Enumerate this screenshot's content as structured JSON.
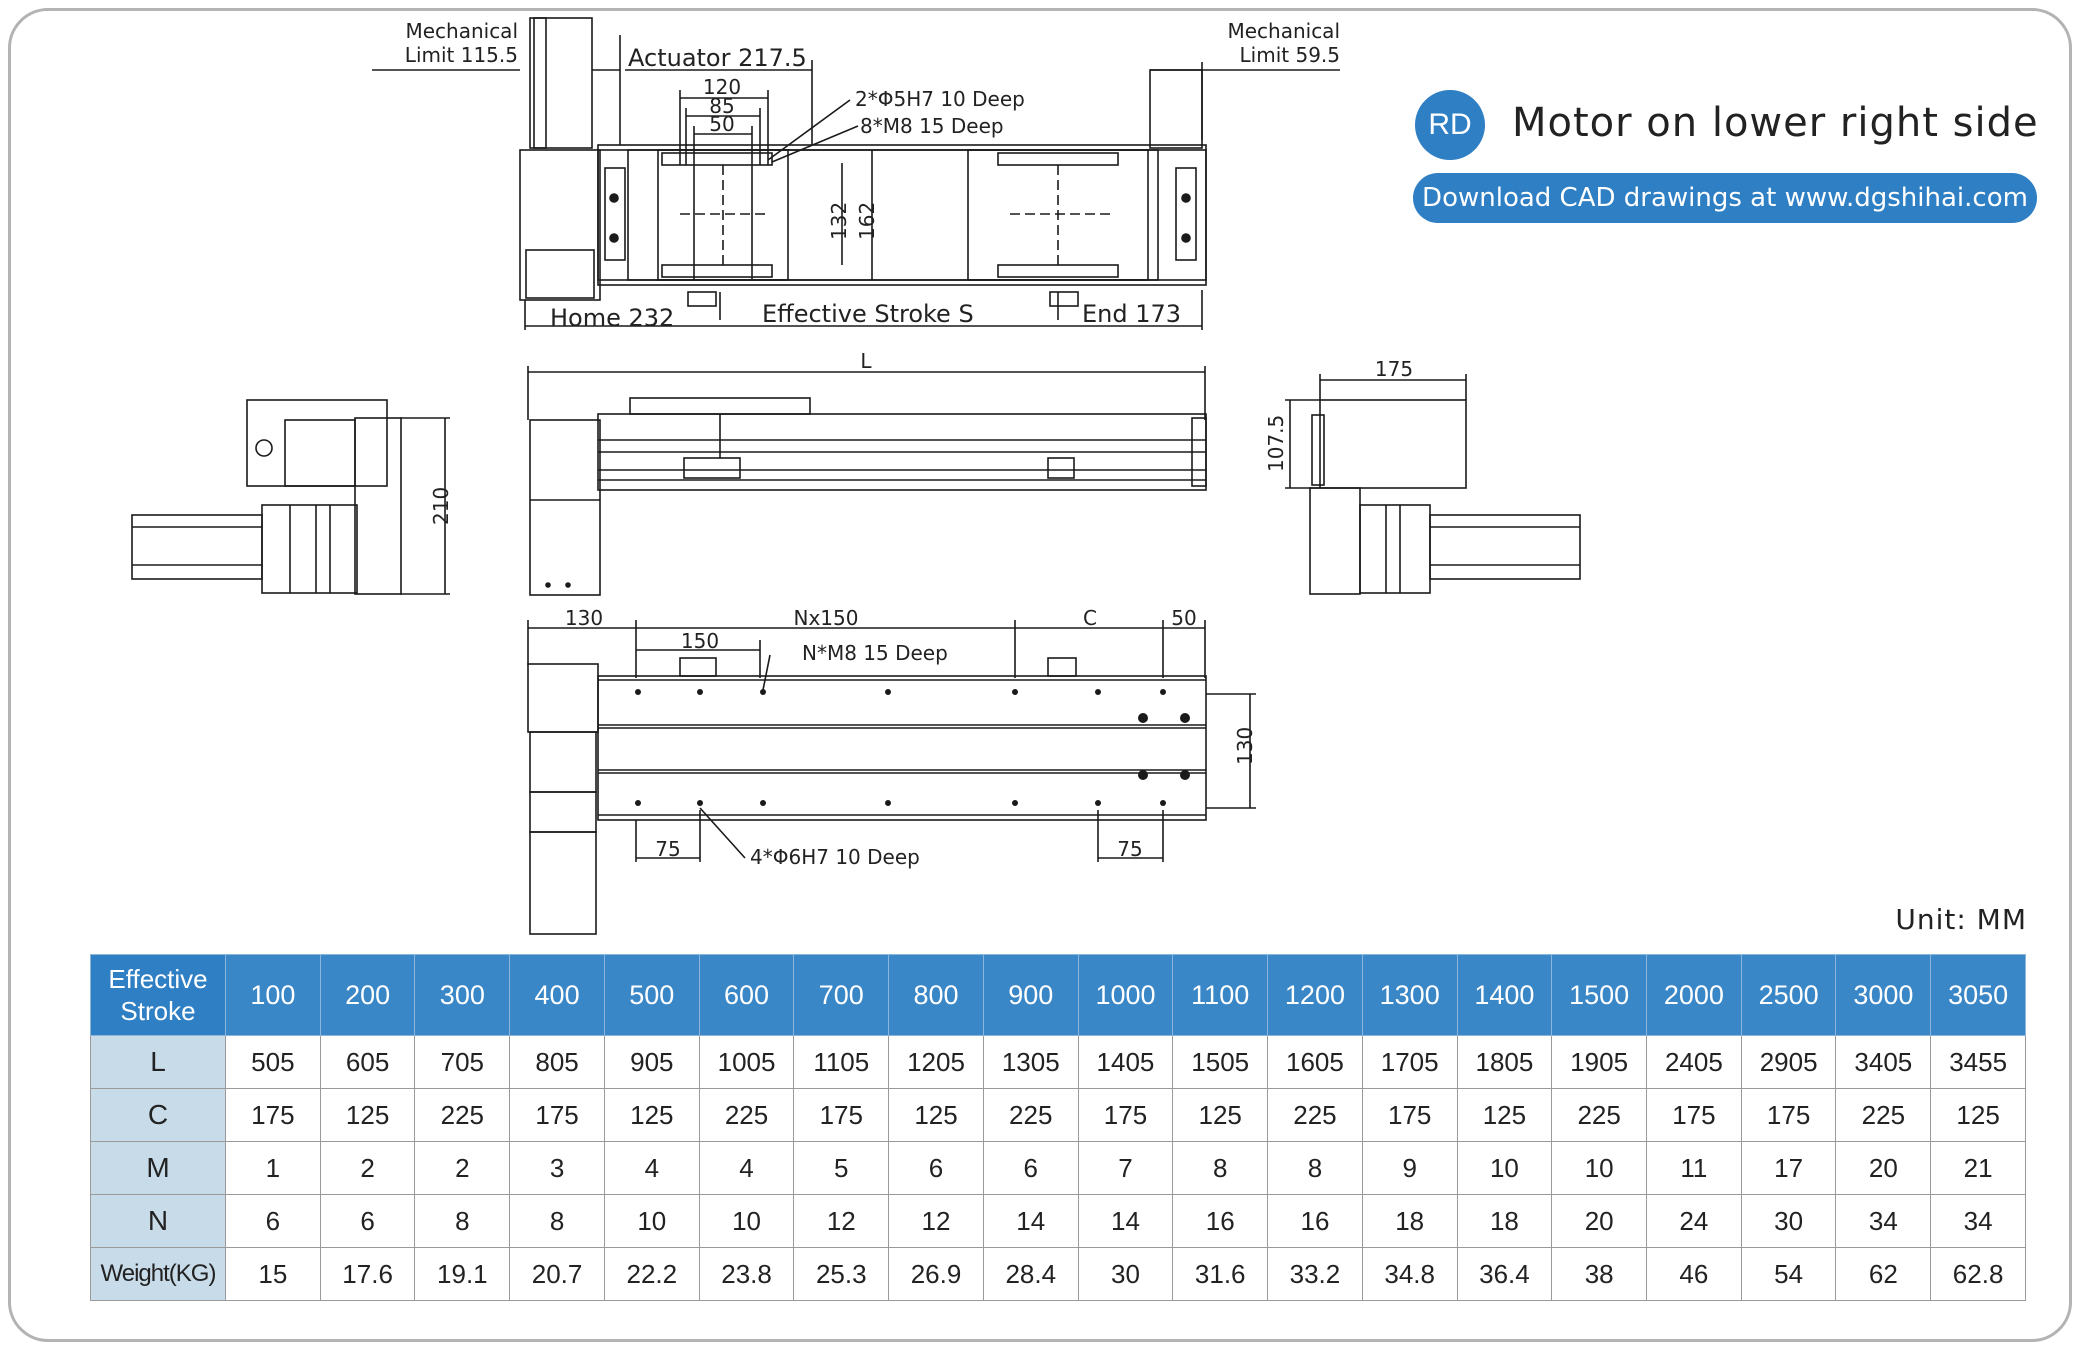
{
  "header": {
    "badge": "RD",
    "title": "Motor on lower right side",
    "download": "Download CAD drawings at www.dgshihai.com"
  },
  "drawing_labels": {
    "mech_left_1": "Mechanical",
    "mech_left_2": "Limit 115.5",
    "actuator": "Actuator 217.5",
    "mech_right_1": "Mechanical",
    "mech_right_2": "Limit 59.5",
    "dim_120": "120",
    "dim_85": "85",
    "dim_50": "50",
    "pin_note": "2*Φ5H7 10 Deep",
    "screw_note": "8*M8 15 Deep",
    "dim_132": "132",
    "dim_162": "162",
    "home": "Home 232",
    "stroke": "Effective Stroke S",
    "end": "End 173",
    "L": "L",
    "dim_175": "175",
    "dim_107": "107.5",
    "dim_210": "210",
    "dim_130_top": "130",
    "nx150": "Nx150",
    "C": "C",
    "dim_50_b": "50",
    "dim_150": "150",
    "nm8": "N*M8  15 Deep",
    "dim_130_side": "130",
    "dim_75_left": "75",
    "dim_75_right": "75",
    "pin6": "4*Φ6H7  10 Deep"
  },
  "unit_label": "Unit: MM",
  "table": {
    "header_label_1": "Effective",
    "header_label_2": "Stroke",
    "strokes": [
      "100",
      "200",
      "300",
      "400",
      "500",
      "600",
      "700",
      "800",
      "900",
      "1000",
      "1100",
      "1200",
      "1300",
      "1400",
      "1500",
      "2000",
      "2500",
      "3000",
      "3050"
    ],
    "rows": [
      {
        "label": "L",
        "values": [
          "505",
          "605",
          "705",
          "805",
          "905",
          "1005",
          "1105",
          "1205",
          "1305",
          "1405",
          "1505",
          "1605",
          "1705",
          "1805",
          "1905",
          "2405",
          "2905",
          "3405",
          "3455"
        ]
      },
      {
        "label": "C",
        "values": [
          "175",
          "125",
          "225",
          "175",
          "125",
          "225",
          "175",
          "125",
          "225",
          "175",
          "125",
          "225",
          "175",
          "125",
          "225",
          "175",
          "175",
          "225",
          "125"
        ]
      },
      {
        "label": "M",
        "values": [
          "1",
          "2",
          "2",
          "3",
          "4",
          "4",
          "5",
          "6",
          "6",
          "7",
          "8",
          "8",
          "9",
          "10",
          "10",
          "11",
          "17",
          "20",
          "21"
        ]
      },
      {
        "label": "N",
        "values": [
          "6",
          "6",
          "8",
          "8",
          "10",
          "10",
          "12",
          "12",
          "14",
          "14",
          "16",
          "16",
          "18",
          "18",
          "20",
          "24",
          "30",
          "34",
          "34"
        ]
      },
      {
        "label": "Weight(KG)",
        "values": [
          "15",
          "17.6",
          "19.1",
          "20.7",
          "22.2",
          "23.8",
          "25.3",
          "26.9",
          "28.4",
          "30",
          "31.6",
          "33.2",
          "34.8",
          "36.4",
          "38",
          "46",
          "54",
          "62",
          "62.8"
        ]
      }
    ]
  },
  "colors": {
    "accent": "#2f7fc4",
    "row_head": "#c8dbe9",
    "frame": "#b3b3b3"
  }
}
